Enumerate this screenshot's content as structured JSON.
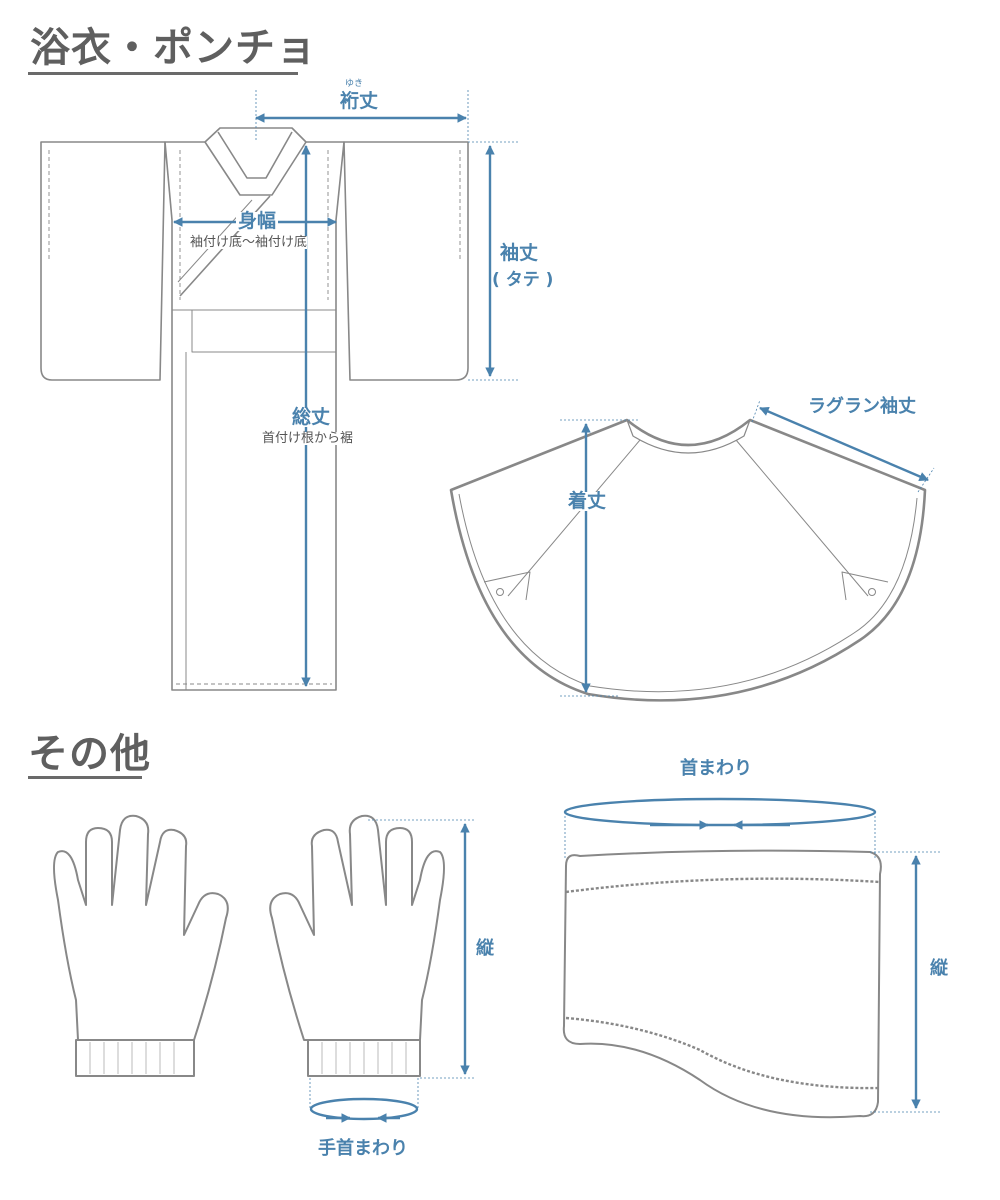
{
  "sections": {
    "yukata_poncho": "浴衣・ポンチョ",
    "other": "その他"
  },
  "yukata": {
    "yuki_ruby": "ゆき",
    "yuki": "裄丈",
    "mihaba": "身幅",
    "mihaba_note": "袖付け底～袖付け底",
    "sodetake": "袖丈",
    "sodetake_note": "( タテ )",
    "soutake": "総丈",
    "soutake_note": "首付け根から裾"
  },
  "poncho": {
    "raglan": "ラグラン袖丈",
    "kitake": "着丈"
  },
  "gloves": {
    "length": "縦",
    "wrist": "手首まわり"
  },
  "neckwarmer": {
    "neck": "首まわり",
    "length": "縦"
  },
  "colors": {
    "accent": "#4a82ad",
    "outline": "#888888",
    "title": "#5f5f5f"
  }
}
